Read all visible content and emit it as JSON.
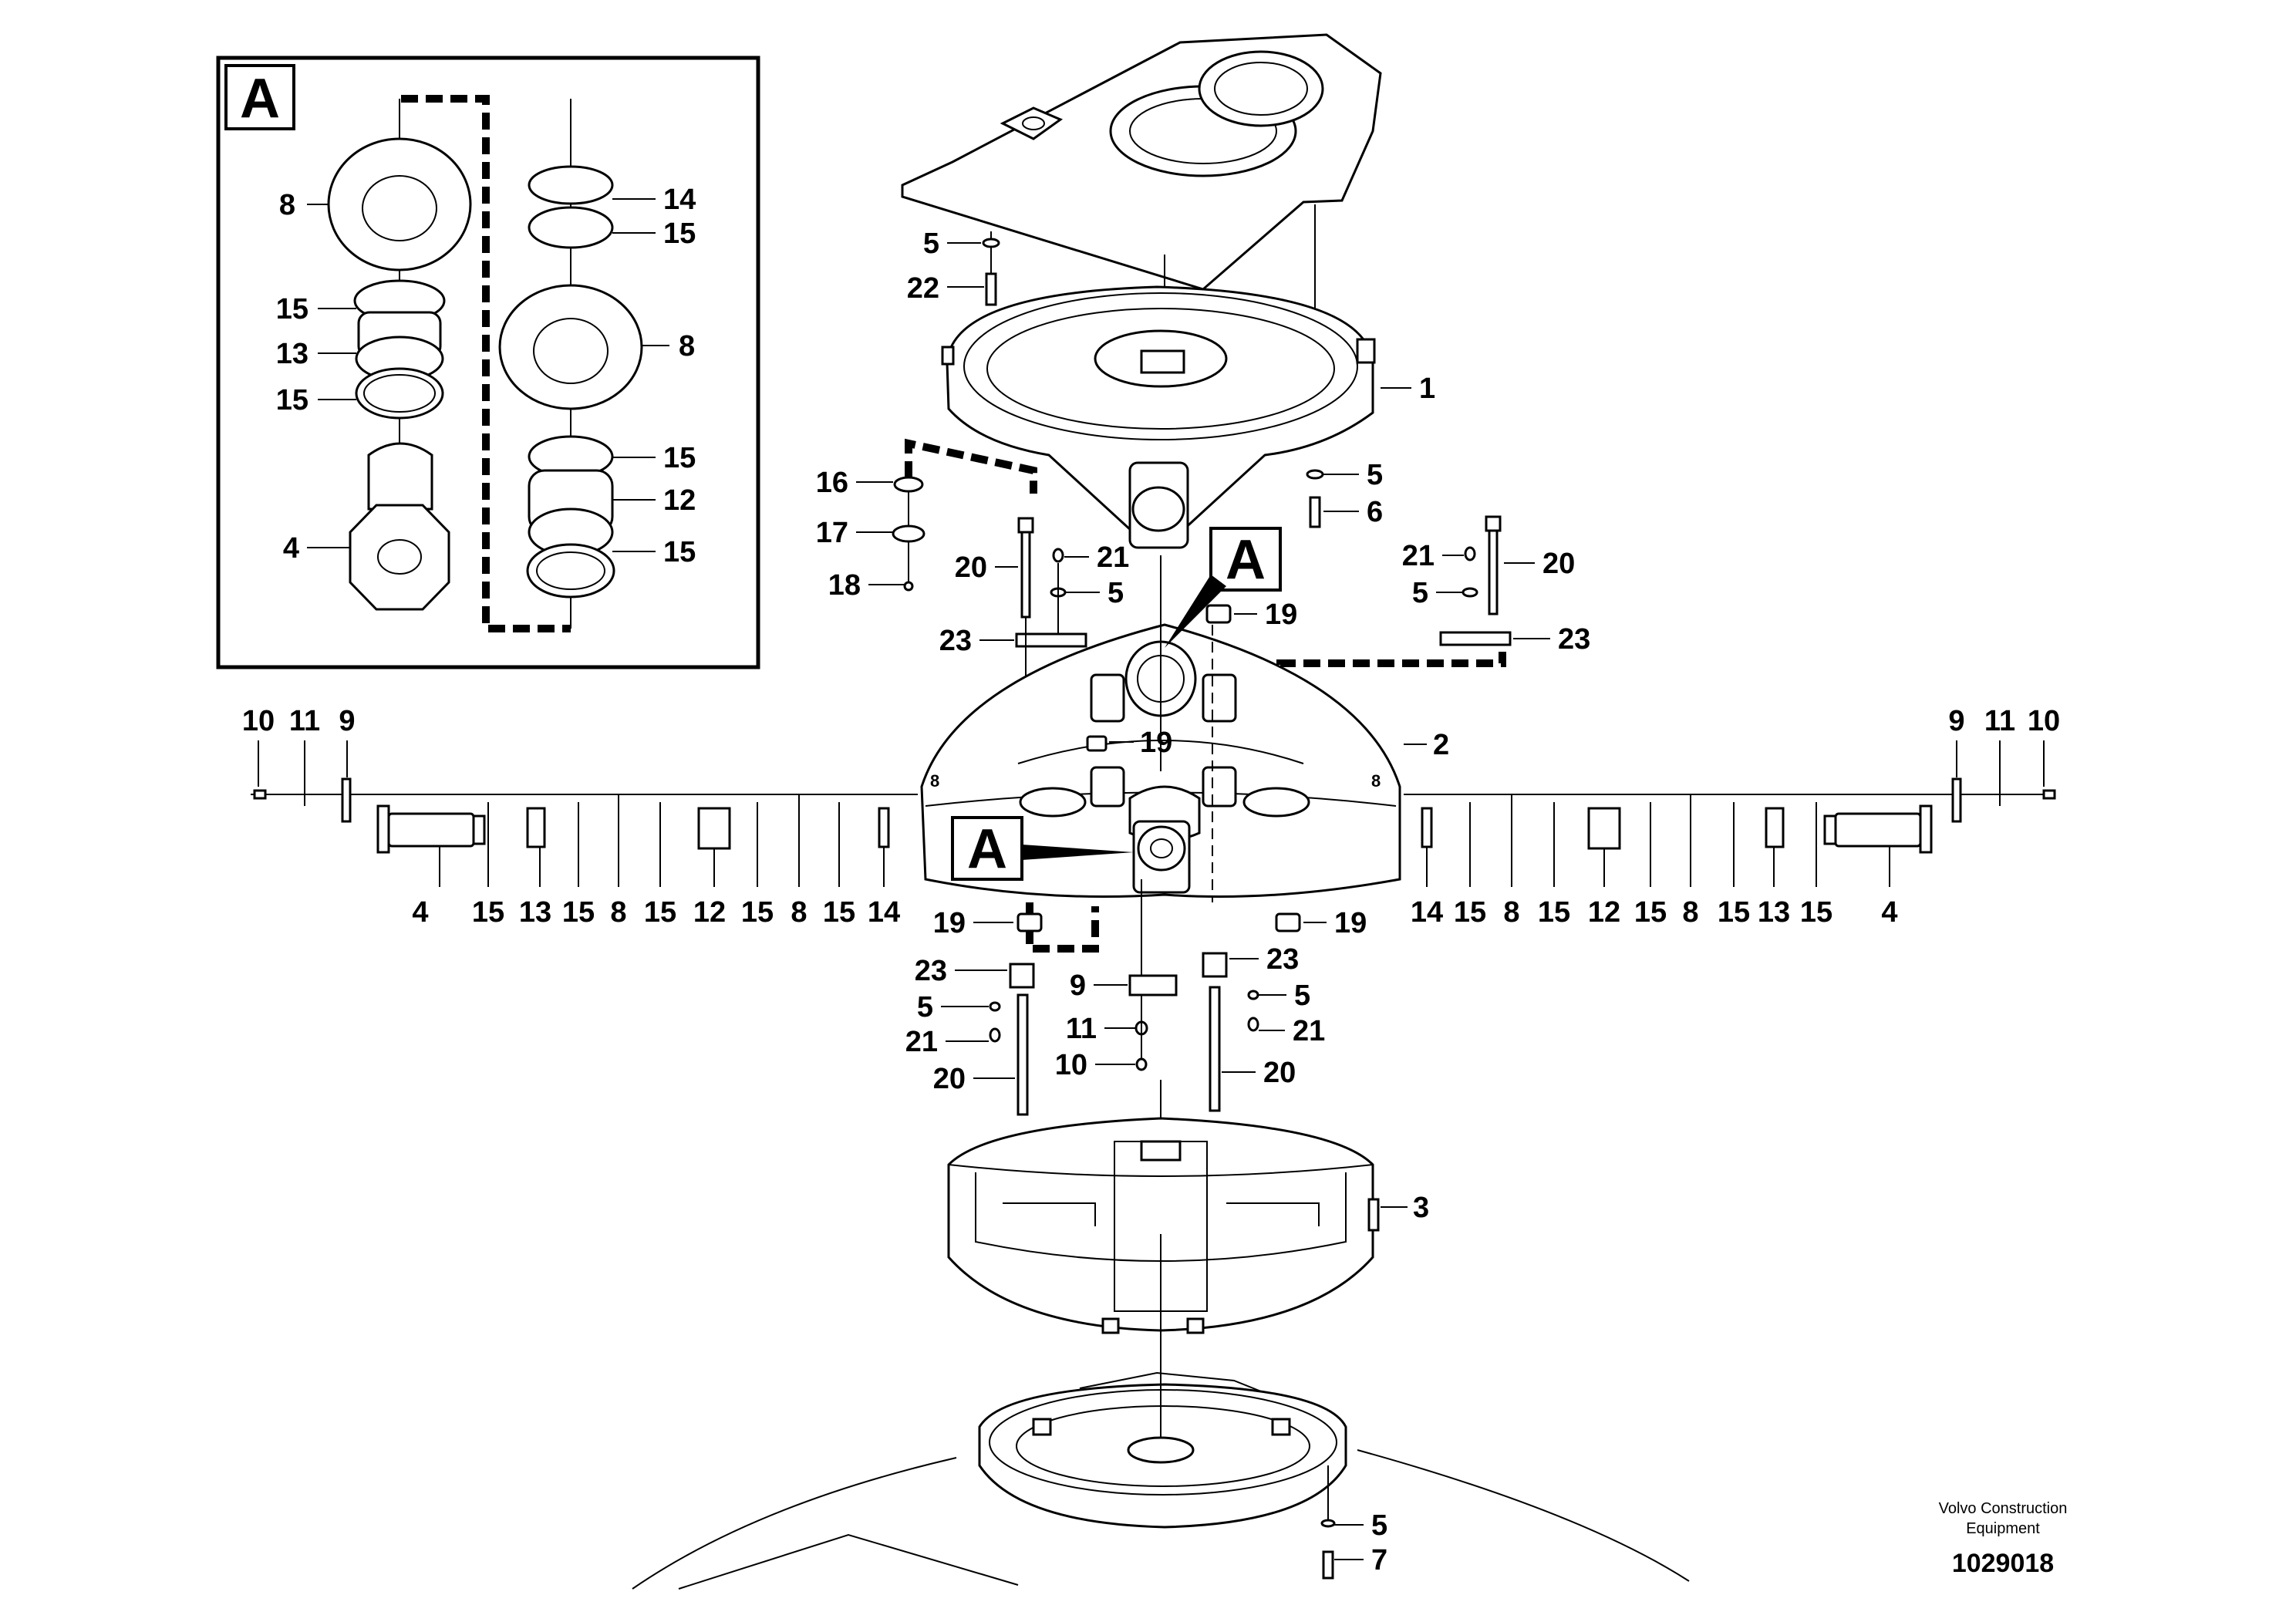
{
  "inset": {
    "label": "A"
  },
  "detail_tags": [
    "A",
    "A"
  ],
  "callouts": {
    "inset_8_left": "8",
    "inset_15_a": "15",
    "inset_13": "13",
    "inset_15_b": "15",
    "inset_4": "4",
    "inset_14": "14",
    "inset_15_c": "15",
    "inset_8_right": "8",
    "inset_15_d": "15",
    "inset_12": "12",
    "inset_15_e": "15",
    "top_5": "5",
    "top_22": "22",
    "item_1": "1",
    "item_5_right": "5",
    "item_6": "6",
    "item_16": "16",
    "item_17": "17",
    "item_18": "18",
    "ul_20": "20",
    "ul_21": "21",
    "ul_5": "5",
    "ul_23": "23",
    "item_19_top": "19",
    "ur_21": "21",
    "ur_5": "5",
    "ur_20": "20",
    "ur_23": "23",
    "item_2": "2",
    "item_19_mid": "19",
    "lt_10": "10",
    "lt_11": "11",
    "lt_9": "9",
    "rt_9": "9",
    "rt_11": "11",
    "rt_10": "10",
    "lrow_4": "4",
    "lrow_15a": "15",
    "lrow_13": "13",
    "lrow_15b": "15",
    "lrow_8a": "8",
    "lrow_15c": "15",
    "lrow_12": "12",
    "lrow_15d": "15",
    "lrow_8b": "8",
    "lrow_15e": "15",
    "lrow_14": "14",
    "rrow_14": "14",
    "rrow_15a": "15",
    "rrow_8a": "8",
    "rrow_15b": "15",
    "rrow_12": "12",
    "rrow_15c": "15",
    "rrow_8b": "8",
    "rrow_15d": "15",
    "rrow_13": "13",
    "rrow_15e": "15",
    "rrow_4": "4",
    "bl_19": "19",
    "bl_23": "23",
    "bl_5": "5",
    "bl_21": "21",
    "bl_20": "20",
    "bc_9": "9",
    "bc_11": "11",
    "bc_10": "10",
    "br_19": "19",
    "br_23": "23",
    "br_5": "5",
    "br_21": "21",
    "br_20": "20",
    "item_3": "3",
    "bottom_5": "5",
    "bottom_7": "7"
  },
  "footer": {
    "credit_line1": "Volvo Construction",
    "credit_line2": "Equipment",
    "document_number": "1029018"
  }
}
